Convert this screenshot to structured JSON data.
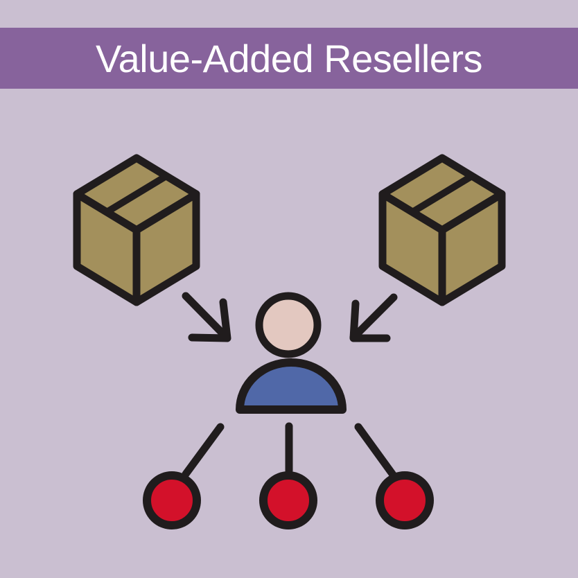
{
  "title": "Value-Added Resellers",
  "colors": {
    "background": "#cabfd1",
    "banner": "#87639c",
    "title_text": "#ffffff",
    "outline": "#201c1d",
    "box_fill": "#a3905c",
    "head_fill": "#e3c8c0",
    "body_fill": "#5068a8",
    "customer_fill": "#d3112a"
  },
  "icons": {
    "supplier_left": "package-box-icon",
    "supplier_right": "package-box-icon",
    "flow_left": "arrow-down-right-icon",
    "flow_right": "arrow-down-left-icon",
    "reseller": "person-icon",
    "customer_left": "customer-node",
    "customer_middle": "customer-node",
    "customer_right": "customer-node"
  }
}
